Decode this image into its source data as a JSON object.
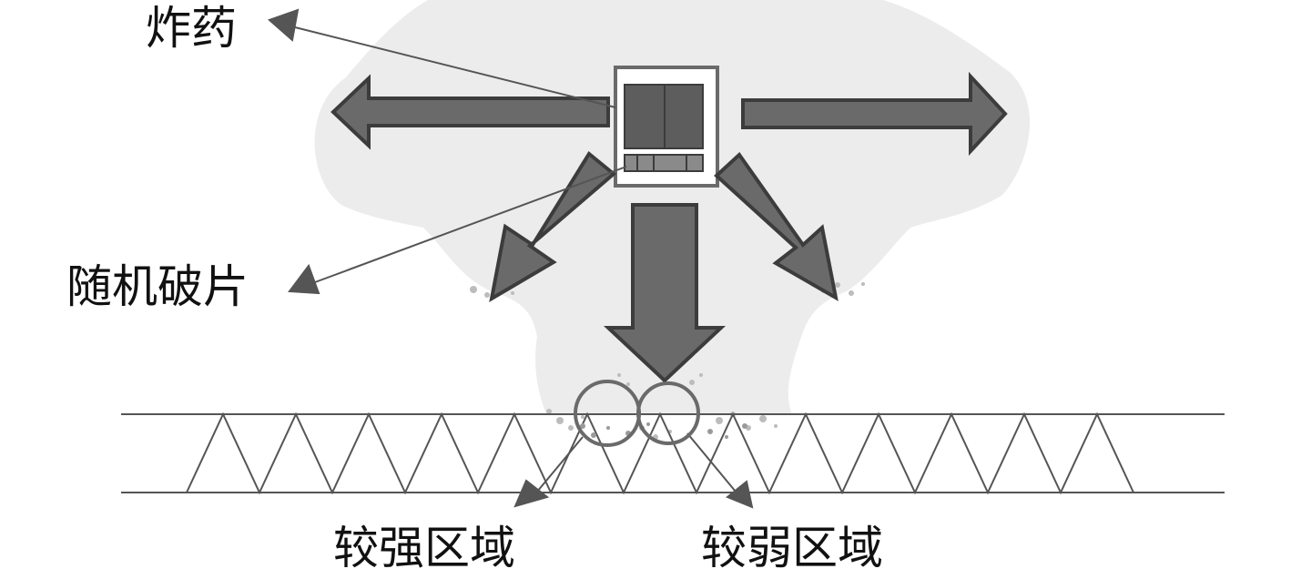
{
  "labels": {
    "explosive": "炸药",
    "fragments": "随机破片",
    "strong_region": "较强区域",
    "weak_region": "较弱区域"
  },
  "colors": {
    "cloud": "#ececec",
    "arrow_fill": "#6a6a6a",
    "arrow_stroke": "#3c3c3c",
    "lines": "#555555",
    "text": "#111111"
  }
}
